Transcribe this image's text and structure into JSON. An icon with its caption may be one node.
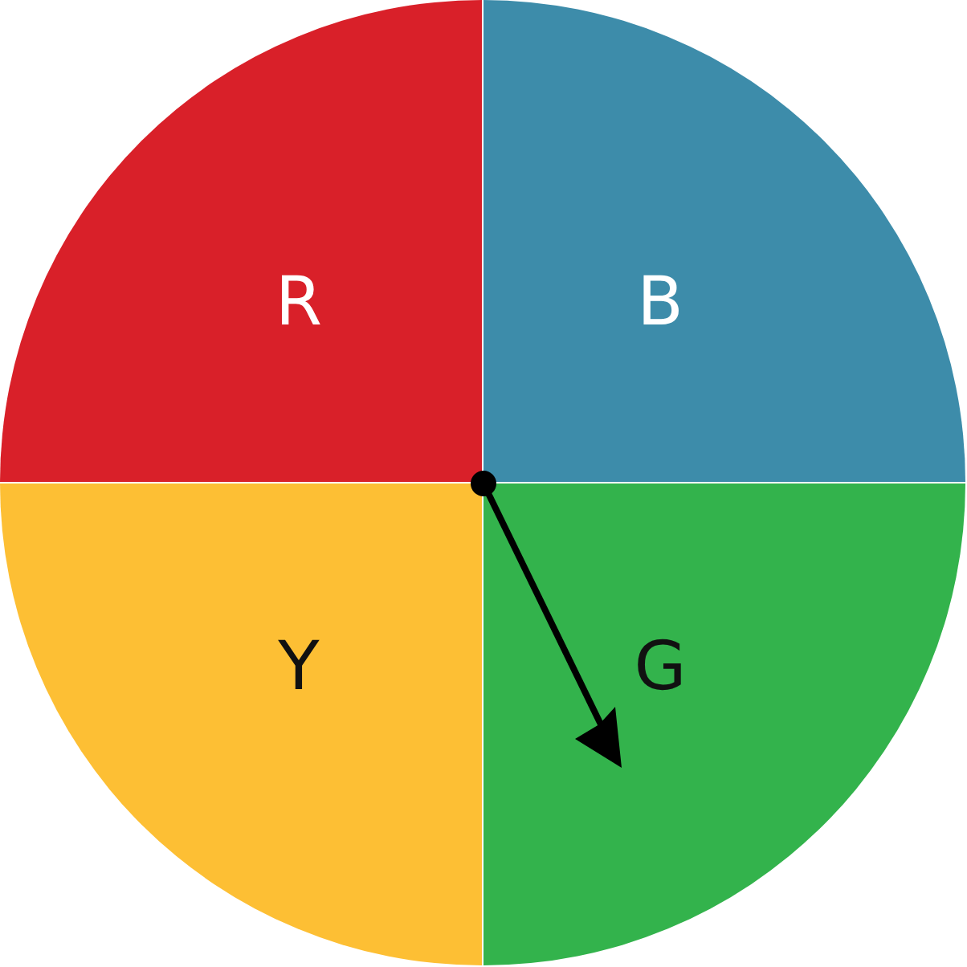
{
  "diagram": {
    "nodes": [
      {
        "text": [
          "R"
        ]
      },
      {
        "text": [
          "B"
        ]
      },
      {
        "text": [
          "Y"
        ]
      },
      {
        "text": [
          "G"
        ]
      }
    ]
  }
}
